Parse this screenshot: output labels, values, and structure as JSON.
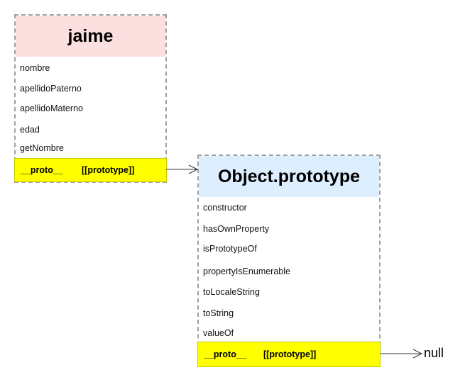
{
  "jaime_box": {
    "title": "jaime",
    "header_color": "#fce0e0",
    "properties": [
      "nombre",
      "apellidoPaterno",
      "apellidoMaterno",
      "edad",
      "getNombre"
    ],
    "proto_label": "__proto__",
    "prototype_label": "[[prototype]]"
  },
  "object_prototype_box": {
    "title": "Object.prototype",
    "header_color": "#ddeeff",
    "properties": [
      "constructor",
      "hasOwnProperty",
      "isPrototypeOf",
      "propertyIsEnumerable",
      "toLocaleString",
      "toString",
      "valueOf"
    ],
    "proto_label": "__proto__",
    "prototype_label": "[[prototype]]"
  },
  "null_label": "null",
  "colors": {
    "proto_highlight": "#ffff00",
    "border": "#a0a0a0"
  }
}
